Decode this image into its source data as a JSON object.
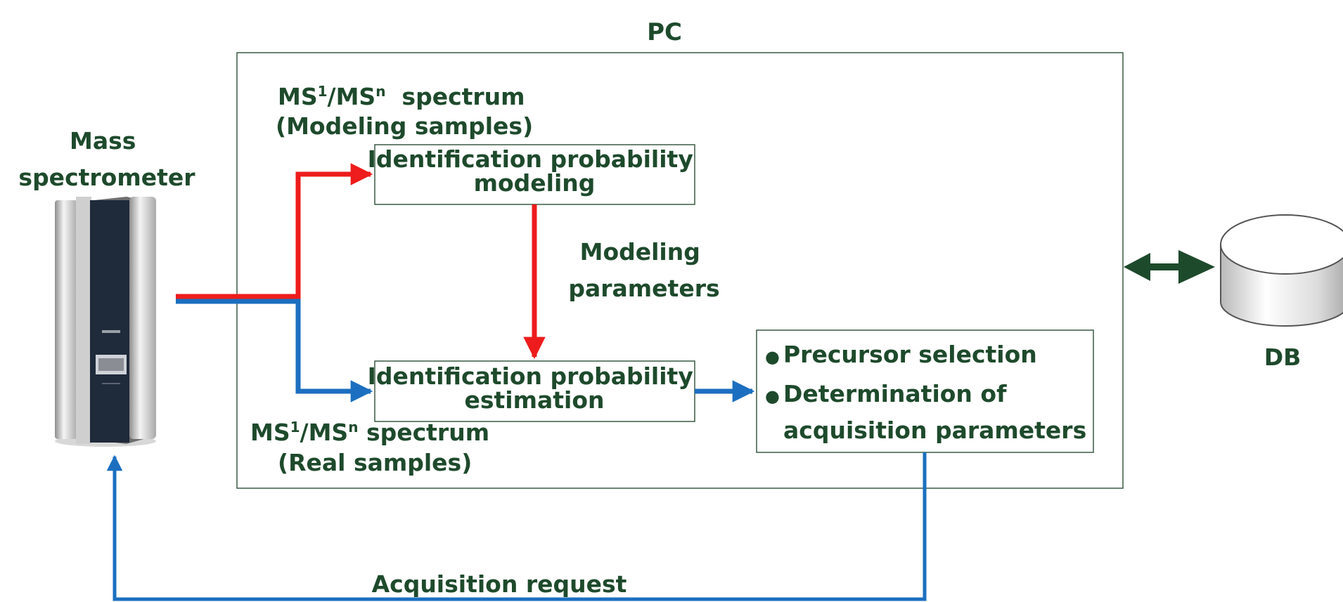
{
  "diagram": {
    "pc": {
      "label": "PC"
    },
    "mass_spectrometer": {
      "label_line1": "Mass",
      "label_line2": "spectrometer"
    },
    "modeling_input": {
      "line1_prefix": "MS",
      "line1_sup1": "1",
      "line1_mid": "/MS",
      "line1_supn": "n",
      "line1_suffix": "  spectrum",
      "line2": "(Modeling samples)"
    },
    "real_input": {
      "line1_prefix": "MS",
      "line1_sup1": "1",
      "line1_mid": "/MS",
      "line1_supn": "n",
      "line1_suffix": " spectrum",
      "line2": "(Real samples)"
    },
    "modeling_box": {
      "line1": "Identification probability",
      "line2": "modeling"
    },
    "estimation_box": {
      "line1": "Identification probability",
      "line2": "estimation"
    },
    "modeling_parameters": {
      "line1": "Modeling",
      "line2": "parameters"
    },
    "output_box": {
      "bullet": "●",
      "item1": "Precursor selection",
      "item2_line1": "Determination of",
      "item2_line2": "acquisition parameters"
    },
    "db": {
      "label": "DB"
    },
    "acquisition_request": {
      "label": "Acquisition request"
    },
    "colors": {
      "text": "#1e4a2c",
      "red": "#ee1c1c",
      "blue": "#1c6fc0",
      "box": "#3a5a44"
    }
  }
}
